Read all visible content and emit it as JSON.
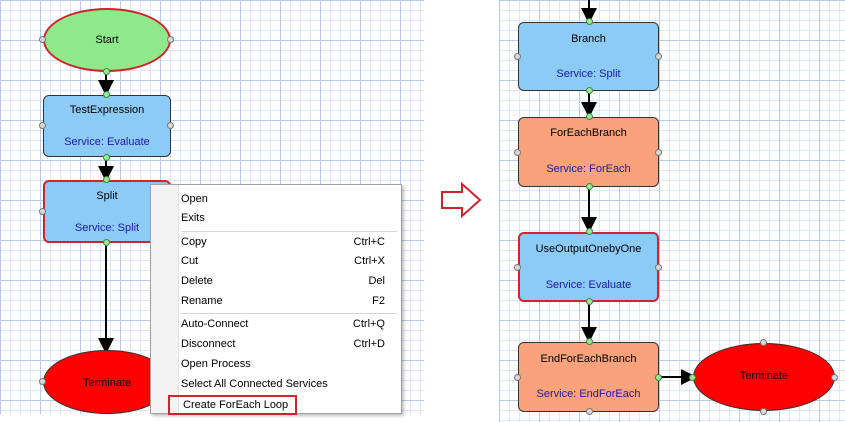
{
  "left": {
    "start": {
      "label": "Start"
    },
    "test_expression": {
      "label": "TestExpression",
      "service": "Service: Evaluate"
    },
    "split": {
      "label": "Split",
      "service": "Service: Split"
    },
    "terminate": {
      "label": "Terminate"
    }
  },
  "context_menu": {
    "items": [
      {
        "label": "Open",
        "shortcut": ""
      },
      {
        "label": "Exits",
        "shortcut": ""
      },
      {
        "label": "Copy",
        "shortcut": "Ctrl+C"
      },
      {
        "label": "Cut",
        "shortcut": "Ctrl+X"
      },
      {
        "label": "Delete",
        "shortcut": "Del"
      },
      {
        "label": "Rename",
        "shortcut": "F2"
      },
      {
        "label": "Auto-Connect",
        "shortcut": "Ctrl+Q"
      },
      {
        "label": "Disconnect",
        "shortcut": "Ctrl+D"
      },
      {
        "label": "Open Process",
        "shortcut": ""
      },
      {
        "label": "Select All Connected Services",
        "shortcut": ""
      },
      {
        "label": "Create ForEach Loop",
        "shortcut": ""
      }
    ],
    "highlighted": "Create ForEach Loop"
  },
  "right": {
    "branch": {
      "label": "Branch",
      "service": "Service: Split"
    },
    "for_each_branch": {
      "label": "ForEachBranch",
      "service": "Service: ForEach"
    },
    "use_output": {
      "label": "UseOutputOnebyOne",
      "service": "Service: Evaluate"
    },
    "end_for_each": {
      "label": "EndForEachBranch",
      "service": "Service: EndForEach"
    },
    "terminate": {
      "label": "Terminate"
    }
  },
  "colors": {
    "service_blue": "#8dcbf7",
    "foreach_orange": "#f9a27c",
    "start_green": "#8ee98a",
    "terminate_red": "#ff0000",
    "selection_red": "#d0242c"
  }
}
